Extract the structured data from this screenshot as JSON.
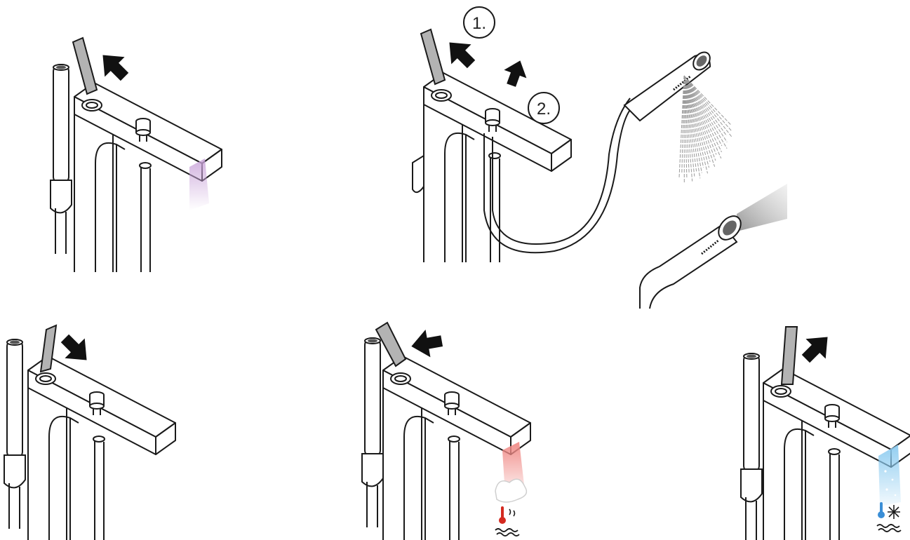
{
  "panels": [
    {
      "id": "open",
      "arrow": "push-back",
      "flow": "mixed"
    },
    {
      "id": "diverter",
      "steps": [
        {
          "label": "1."
        },
        {
          "label": "2."
        }
      ],
      "shows_handshower_spray": true
    },
    {
      "id": "close",
      "arrow": "push-forward",
      "flow": "none"
    },
    {
      "id": "hot",
      "arrow": "turn-left",
      "flow": "hot",
      "icon": "hot-water-icon"
    },
    {
      "id": "cold",
      "arrow": "turn-right",
      "flow": "cold",
      "icon": "cold-water-icon"
    }
  ],
  "colors": {
    "outline": "#1a1a1a",
    "lever": "#b3b3b3",
    "arrow": "#111111",
    "mixed_flow": "#c9a3d9",
    "hot_flow": "#f08a86",
    "cold_flow": "#8ccbf0",
    "hot_icon": "#d42a20",
    "cold_icon": "#3a8ed6",
    "spray": "#9a9a9a"
  }
}
